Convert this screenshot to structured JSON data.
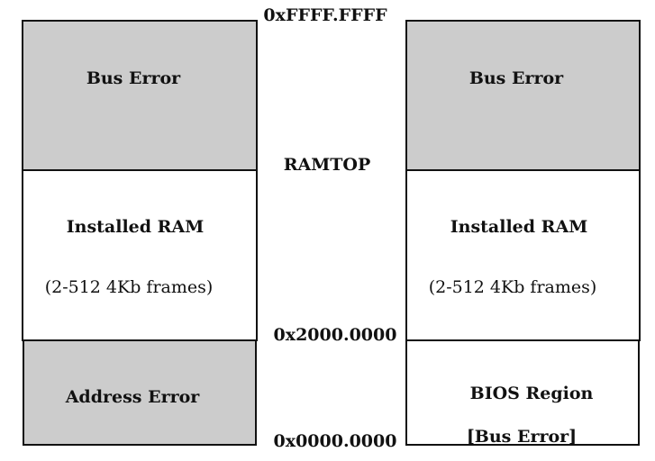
{
  "addresses": {
    "top": "0xFFFF.FFFF",
    "ramtop": "RAMTOP",
    "mid": "0x2000.0000",
    "bottom": "0x0000.0000"
  },
  "left_map": {
    "top_region": "Bus Error",
    "ram_region": {
      "title": "Installed RAM",
      "detail": "(2-512 4Kb frames)"
    },
    "bottom_region": "Address Error"
  },
  "right_map": {
    "top_region": "Bus Error",
    "ram_region": {
      "title": "Installed RAM",
      "detail": "(2-512 4Kb frames)"
    },
    "bottom_region": {
      "title": "BIOS Region",
      "detail": "[Bus Error]"
    }
  }
}
